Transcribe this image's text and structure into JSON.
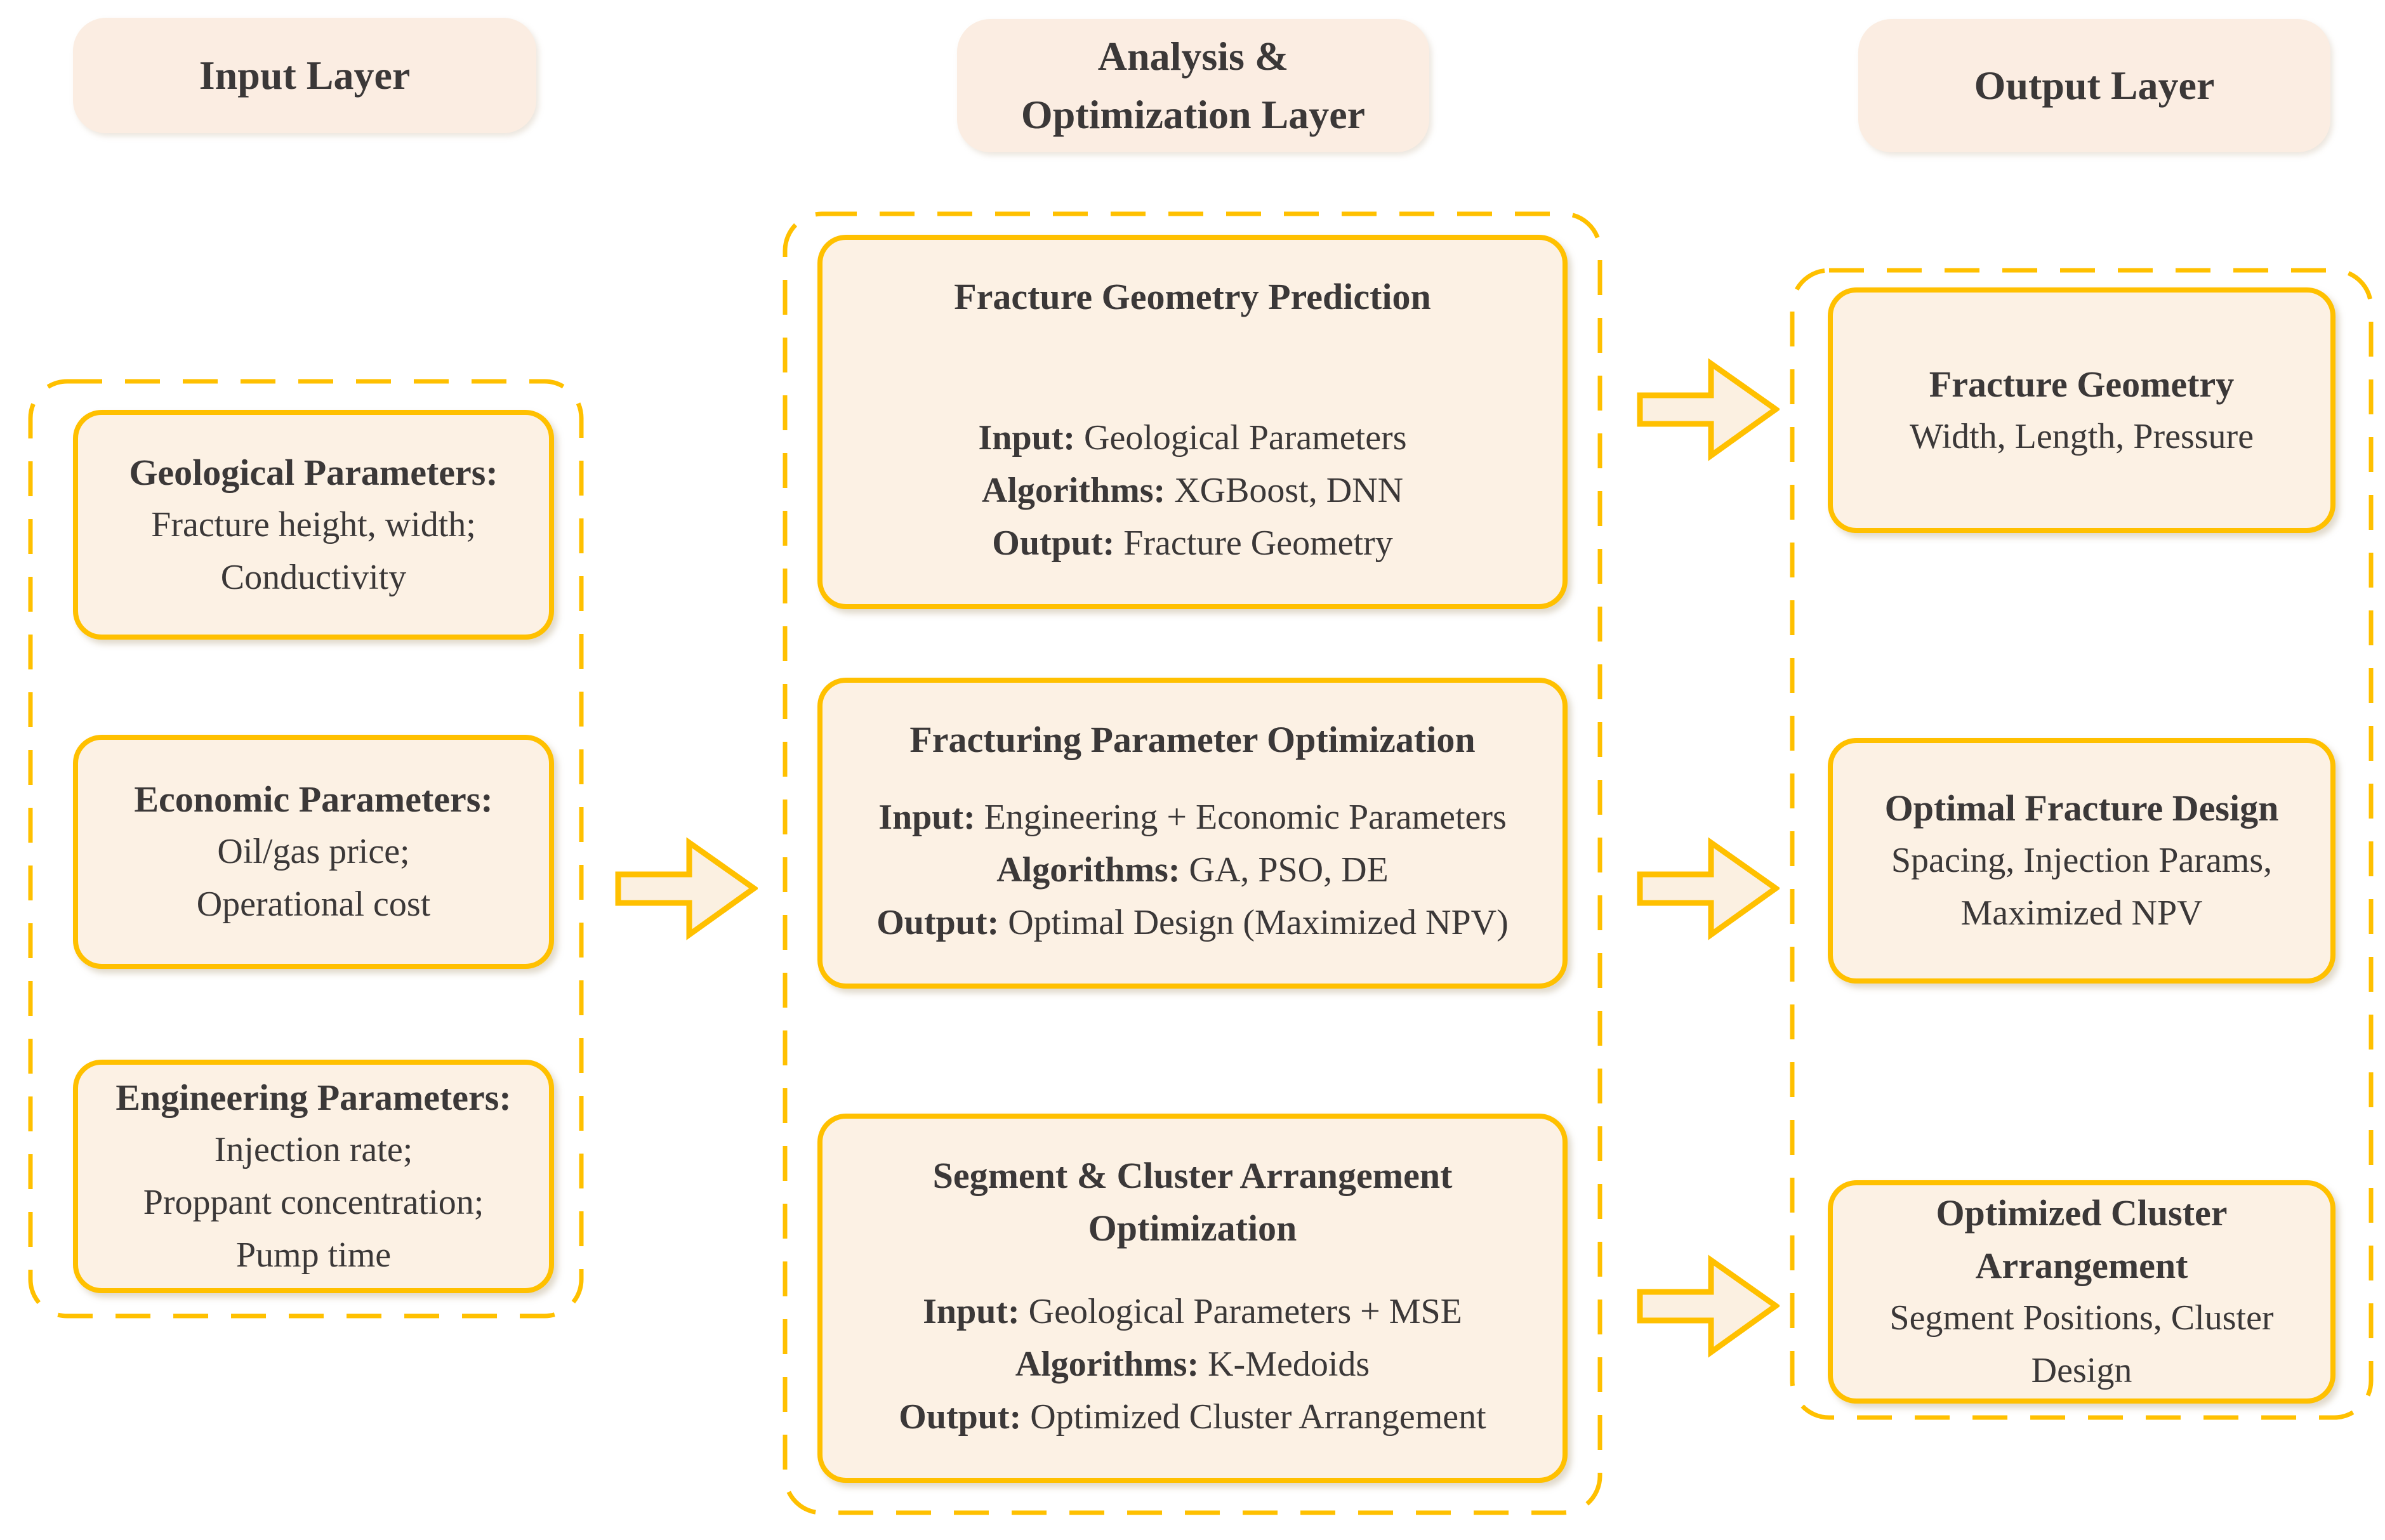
{
  "colors": {
    "accent_gold": "#FFC000",
    "panel_cream": "#FCF1E4",
    "badge_cream": "#FBEDE2",
    "text_dark": "#3B3838"
  },
  "headers": {
    "input": "Input Layer",
    "analysis_line1": "Analysis &",
    "analysis_line2": "Optimization Layer",
    "output": "Output Layer"
  },
  "input_layer": {
    "boxes": [
      {
        "title": "Geological Parameters:",
        "line1": "Fracture height, width;",
        "line2": "Conductivity"
      },
      {
        "title": "Economic Parameters:",
        "line1": "Oil/gas price;",
        "line2": "Operational cost"
      },
      {
        "title": "Engineering Parameters:",
        "line1": "Injection rate;",
        "line2": "Proppant concentration;",
        "line3": "Pump time"
      }
    ]
  },
  "analysis_layer": {
    "boxes": [
      {
        "title": "Fracture Geometry Prediction",
        "input_label": "Input:",
        "input_value": "Geological Parameters",
        "algorithms_label": "Algorithms:",
        "algorithms_value": "XGBoost, DNN",
        "output_label": "Output:",
        "output_value": "Fracture Geometry"
      },
      {
        "title": "Fracturing Parameter Optimization",
        "input_label": "Input:",
        "input_value": "Engineering + Economic Parameters",
        "algorithms_label": "Algorithms:",
        "algorithms_value": "GA, PSO, DE",
        "output_label": "Output:",
        "output_value": "Optimal Design (Maximized NPV)"
      },
      {
        "title": "Segment & Cluster Arrangement",
        "title2": "Optimization",
        "input_label": "Input:",
        "input_value": "Geological Parameters + MSE",
        "algorithms_label": "Algorithms:",
        "algorithms_value": "K-Medoids",
        "output_label": "Output:",
        "output_value": "Optimized Cluster Arrangement"
      }
    ]
  },
  "output_layer": {
    "boxes": [
      {
        "title": "Fracture Geometry",
        "line1": "Width, Length, Pressure"
      },
      {
        "title": "Optimal Fracture Design",
        "line1": "Spacing, Injection Params,",
        "line2": "Maximized NPV"
      },
      {
        "title": "Optimized Cluster",
        "title2": "Arrangement",
        "line1": "Segment Positions, Cluster",
        "line2": "Design"
      }
    ]
  }
}
